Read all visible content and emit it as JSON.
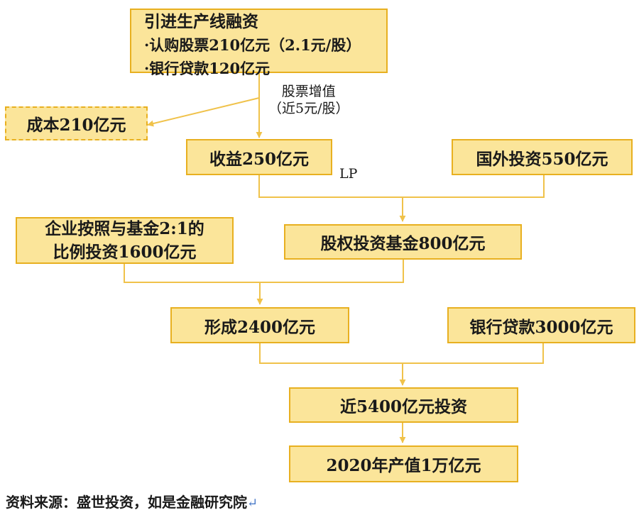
{
  "diagram": {
    "nodes": {
      "intro": {
        "line1": "引进生产线融资",
        "line2": "·认购股票210亿元（2.1元/股）",
        "line3": "·银行贷款120亿元"
      },
      "cost": "成本210亿元",
      "gain": "收益250亿元",
      "foreign": "国外投资550亿元",
      "enterprise": {
        "line1": "企业按照与基金2:1的",
        "line2": "比例投资1600亿元"
      },
      "equity_fund": "股权投资基金800亿元",
      "form": "形成2400亿元",
      "bank": "银行贷款3000亿元",
      "total": "近5400亿元投资",
      "output": "2020年产值1万亿元"
    },
    "edge_labels": {
      "appreciation_1": "股票增值",
      "appreciation_2": "（近5元/股）",
      "lp": "LP"
    }
  },
  "footer": {
    "source": "资料来源：盛世投资，如是金融研究院",
    "return_mark": "↵"
  },
  "colors": {
    "box_fill": "#fbe59a",
    "box_border": "#e8b020",
    "connector": "#f0c24a"
  }
}
